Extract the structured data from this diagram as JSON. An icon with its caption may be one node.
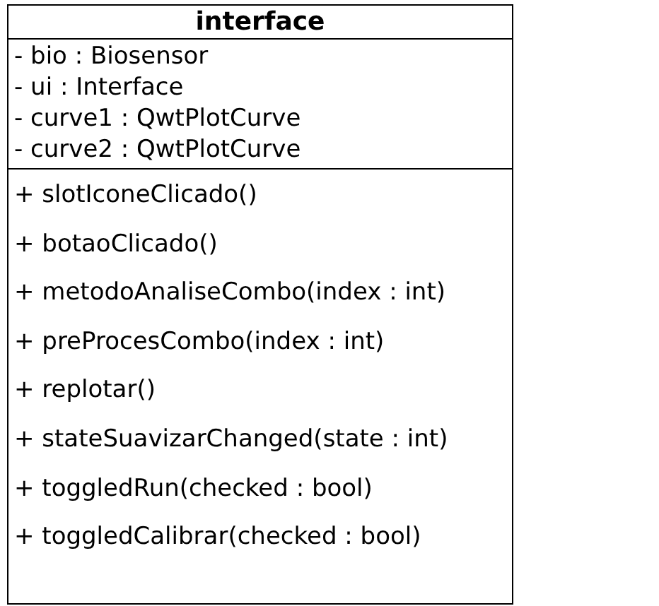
{
  "diagram": {
    "nodes": [
      {
        "text": [
          "interface"
        ]
      },
      {
        "text": [
          "- bio : Biosensor",
          "- ui : Interface",
          "- curve1 : QwtPlotCurve",
          "- curve2 : QwtPlotCurve"
        ],
        "in": 0
      },
      {
        "text": [
          "+ slotIconeClicado()",
          "+ botaoClicado()",
          "+ metodoAnaliseCombo(index : int)",
          "+ preProcesCombo(index : int)",
          "+ replotar()",
          "+ stateSuavizarChanged(state : int)",
          "+ toggledRun(checked : bool)",
          "+ toggledCalibrar(checked : bool)"
        ],
        "in": 0
      }
    ]
  }
}
